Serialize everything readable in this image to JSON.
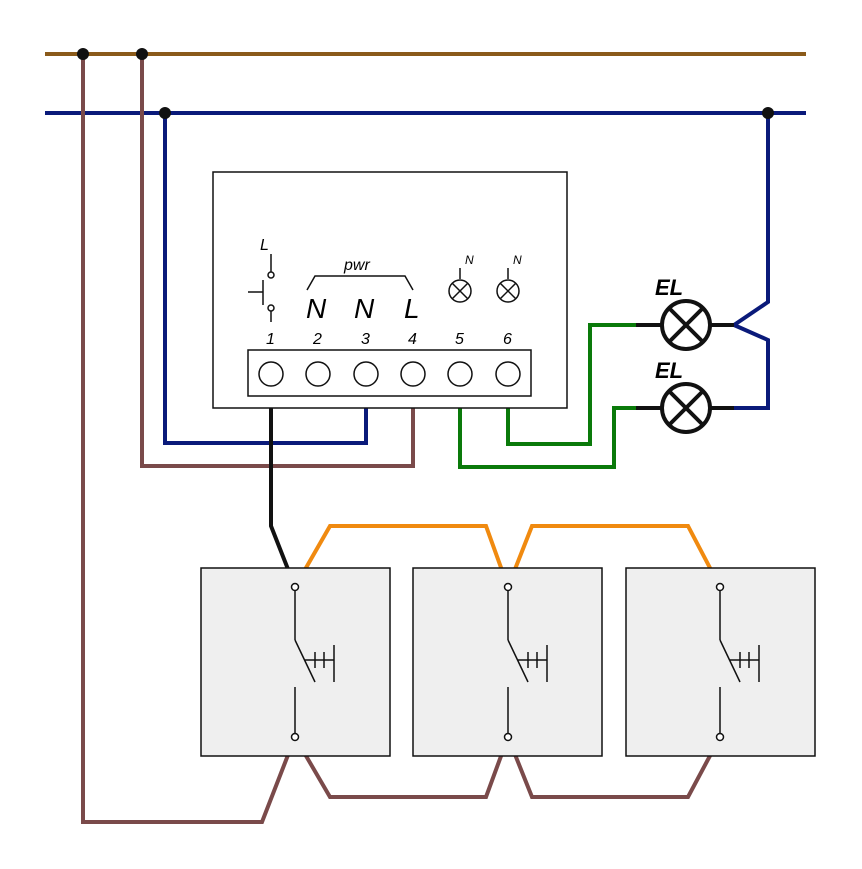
{
  "relay": {
    "button_label": "L",
    "pwr_label": "pwr",
    "terminal_labels": [
      "N",
      "N",
      "L"
    ],
    "lamp_terminal_labels": [
      "N",
      "N"
    ],
    "terminal_numbers": [
      "1",
      "2",
      "3",
      "4",
      "5",
      "6"
    ]
  },
  "lamps": [
    {
      "label": "EL"
    },
    {
      "label": "EL"
    }
  ],
  "wire_colors": {
    "phase": "#8a5a1a",
    "neutral": "#0a1a7a",
    "switch_common": "#7a4a4a",
    "switch_link": "#f08a10",
    "control": "#111111",
    "lamp_output": "#0a7a0a"
  },
  "switch_count": 3
}
